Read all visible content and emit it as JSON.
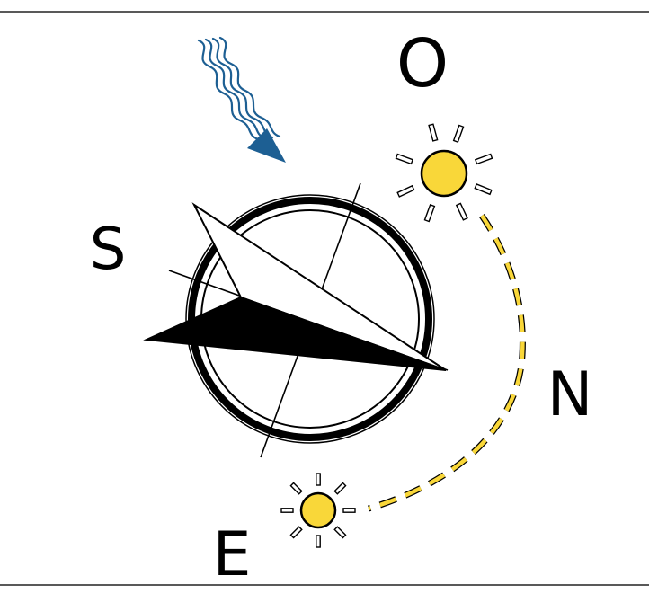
{
  "labels": {
    "north": "N",
    "south": "S",
    "east": "E",
    "west": "O"
  },
  "colors": {
    "background": "#ffffff",
    "ink": "#000000",
    "sun_fill": "#f9d739",
    "sun_path": "#f9d739",
    "wind": "#1d5f93"
  },
  "icons": {
    "wind": "wind-arrow-icon",
    "sun": "sun-icon",
    "compass": "compass-rose-icon"
  }
}
